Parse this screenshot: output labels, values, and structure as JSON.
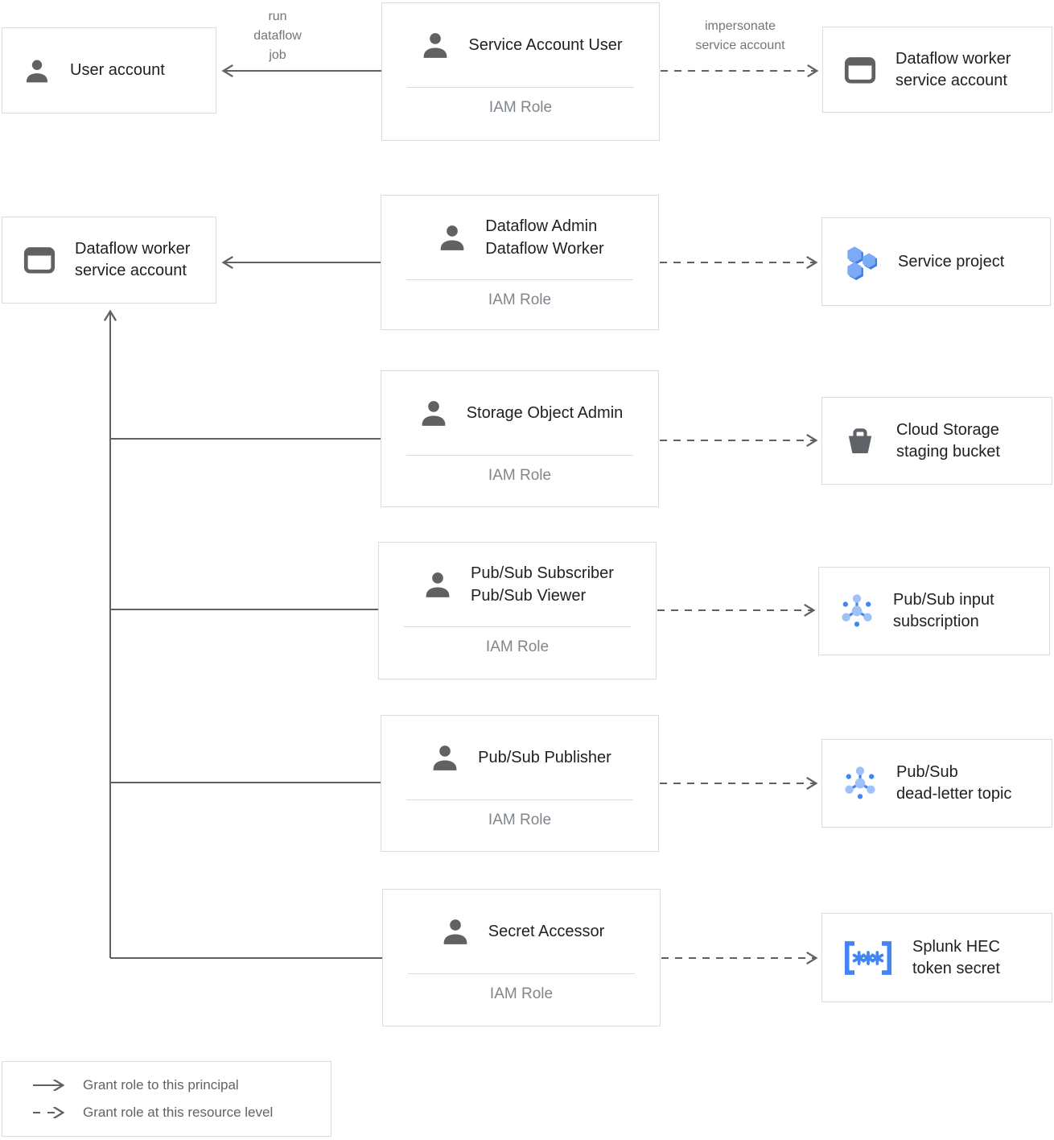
{
  "palette": {
    "border": "#dadce0",
    "title_text": "#212121",
    "muted_text": "#80868b",
    "edge_label_text": "#757575",
    "line": "#616161",
    "blue": "#4285f4",
    "blue_light": "#7baaf7",
    "icon_gray": "#5f6368"
  },
  "edges": {
    "run_dataflow_job": "run\ndataflow\njob",
    "impersonate_service_account": "impersonate\nservice account"
  },
  "principals": {
    "user_account": {
      "title": "User account"
    },
    "dataflow_worker_service_account": {
      "title": "Dataflow worker\nservice account"
    }
  },
  "roles": {
    "service_account_user": {
      "title": "Service Account User",
      "subtitle": "IAM Role"
    },
    "dataflow_admin_worker": {
      "title": "Dataflow Admin\nDataflow Worker",
      "subtitle": "IAM Role"
    },
    "storage_object_admin": {
      "title": "Storage Object Admin",
      "subtitle": "IAM Role"
    },
    "pubsub_subscriber_viewer": {
      "title": "Pub/Sub Subscriber\nPub/Sub Viewer",
      "subtitle": "IAM Role"
    },
    "pubsub_publisher": {
      "title": "Pub/Sub Publisher",
      "subtitle": "IAM Role"
    },
    "secret_accessor": {
      "title": "Secret Accessor",
      "subtitle": "IAM Role"
    }
  },
  "resources": {
    "dataflow_worker_service_account": {
      "title": "Dataflow worker\nservice account"
    },
    "service_project": {
      "title": "Service project"
    },
    "cloud_storage_staging_bucket": {
      "title": "Cloud Storage\nstaging bucket"
    },
    "pubsub_input_subscription": {
      "title": "Pub/Sub input\nsubscription"
    },
    "pubsub_dead_letter_topic": {
      "title": "Pub/Sub\ndead-letter topic"
    },
    "splunk_hec_token_secret": {
      "title": "Splunk HEC\ntoken secret"
    }
  },
  "legend": {
    "solid_label": "Grant role to this principal",
    "dashed_label": "Grant role at this resource level"
  }
}
